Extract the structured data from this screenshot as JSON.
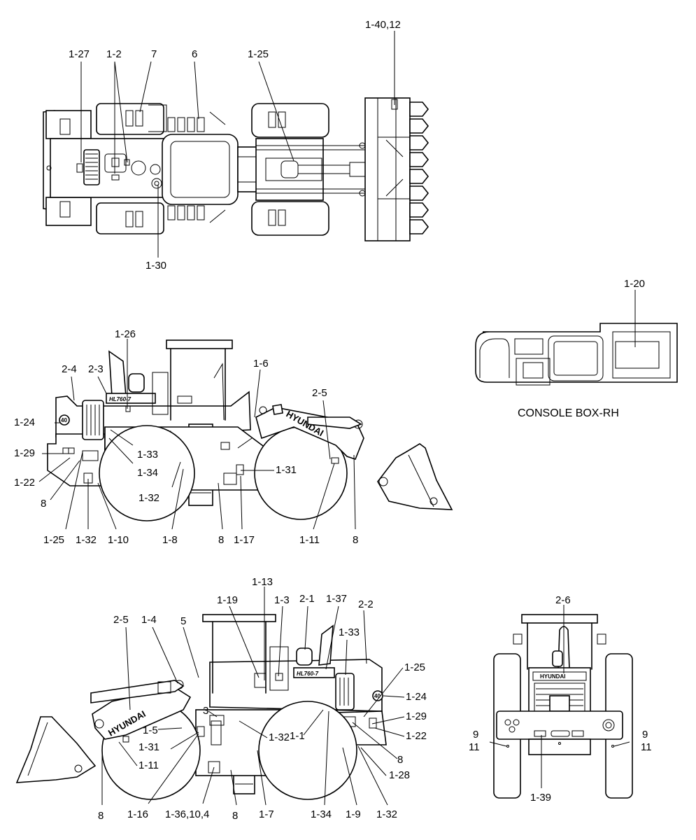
{
  "top_view": {
    "labels": {
      "l1": "1-27",
      "l2": "1-2",
      "l3": "7",
      "l4": "6",
      "l5": "1-25",
      "l6": "1-40,12",
      "l7": "1-30"
    }
  },
  "side_view_left": {
    "brand": "HYUNDAI",
    "model": "HL760-7",
    "badge": "40",
    "labels": {
      "a1": "1-26",
      "a2": "2-4",
      "a3": "2-3",
      "a4": "1-6",
      "a5": "2-5",
      "a6": "1-24",
      "a7": "1-29",
      "a8": "1-33",
      "a9": "1-34",
      "a10": "1-31",
      "a11": "1-22",
      "a12": "8",
      "a13": "1-32",
      "a14": "1-25",
      "a15": "1-32",
      "a16": "1-10",
      "a17": "1-8",
      "a18": "8",
      "a19": "1-17",
      "a20": "1-11",
      "a21": "8"
    }
  },
  "console": {
    "label": "1-20",
    "caption": "CONSOLE BOX-RH"
  },
  "side_view_right": {
    "brand": "HYUNDAI",
    "model": "HL760-7",
    "badge": "40",
    "labels": {
      "b1": "1-13",
      "b2": "1-19",
      "b3": "1-3",
      "b4": "2-1",
      "b5": "1-37",
      "b6": "2-2",
      "b7": "2-5",
      "b8": "1-4",
      "b9": "5",
      "b10": "1-33",
      "b11": "1-25",
      "b12": "1-24",
      "b13": "3",
      "b14": "1-29",
      "b15": "1-5",
      "b16": "1-32",
      "b17": "1-22",
      "b18": "1-31",
      "b19": "1-1",
      "b20": "8",
      "b21": "1-11",
      "b22": "1-28",
      "b23": "8",
      "b24": "1-16",
      "b25": "1-36,10,4",
      "b26": "8",
      "b27": "1-7",
      "b28": "1-34",
      "b29": "1-9",
      "b30": "1-32"
    }
  },
  "rear_view": {
    "brand": "HYUNDAI",
    "labels": {
      "c1": "2-6",
      "c2": "9",
      "c3": "11",
      "c4": "9",
      "c5": "11",
      "c6": "1-39"
    }
  }
}
